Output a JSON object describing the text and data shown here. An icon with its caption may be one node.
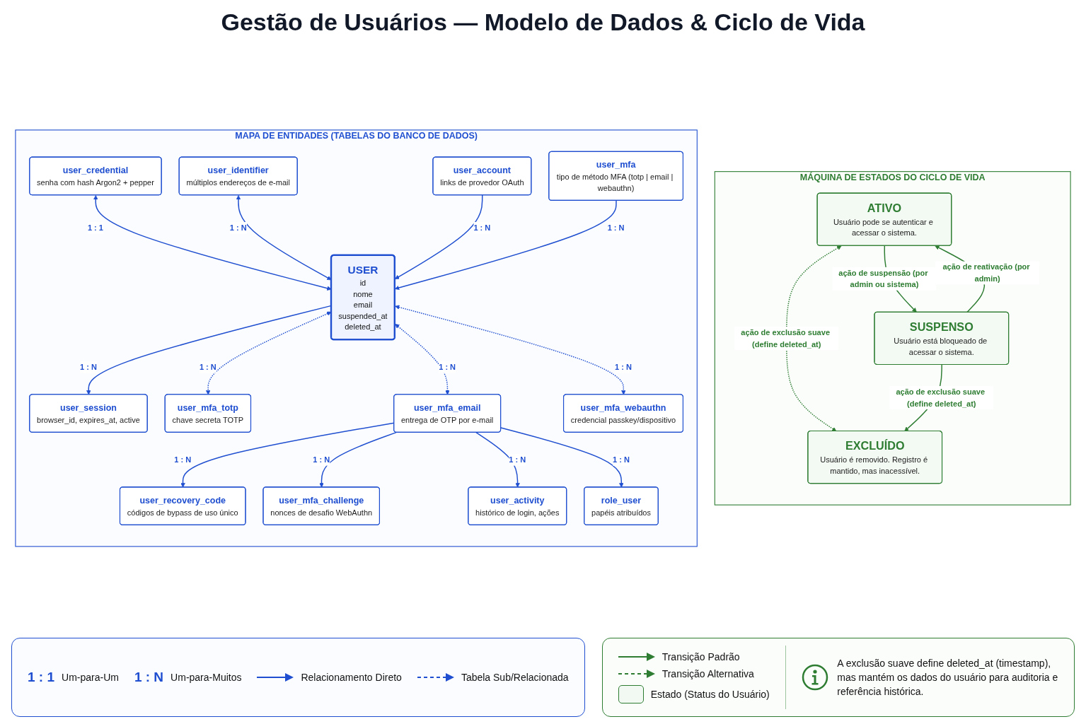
{
  "diagram": {
    "title": "Gestão de Usuários — Modelo de Dados & Ciclo de Vida",
    "nodes": [
      {
        "text": [
          "MAPA DE ENTIDADES (TABELAS DO BANCO DE DADOS)"
        ]
      },
      {
        "text": [
          "user_credential",
          "senha com hash Argon2 + pepper"
        ],
        "in": 0
      },
      {
        "text": [
          "user_session",
          "browser_id, expires_at, active"
        ],
        "in": 0
      },
      {
        "text": [
          "user_identifier",
          "múltiplos endereços de e-mail"
        ],
        "in": 0
      },
      {
        "text": [
          "USER",
          "id",
          "nome",
          "email",
          "suspended_at",
          "deleted_at"
        ],
        "in": 0
      },
      {
        "text": [
          "user_account",
          "links de provedor OAuth"
        ],
        "in": 0
      },
      {
        "text": [
          "user_mfa",
          "tipo de método MFA (totp | email | webauthn)"
        ],
        "in": 0
      },
      {
        "text": [
          "user_mfa_totp",
          "chave secreta TOTP"
        ],
        "in": 0
      },
      {
        "text": [
          "user_mfa_email",
          "entrega de OTP por e-mail"
        ],
        "in": 0
      },
      {
        "text": [
          "user_mfa_webauthn",
          "credencial passkey/dispositivo"
        ],
        "in": 0
      },
      {
        "text": [
          "user_recovery_code",
          "códigos de bypass de uso único"
        ],
        "in": 0
      },
      {
        "text": [
          "user_mfa_challenge",
          "nonces de desafio WebAuthn"
        ],
        "in": 0
      },
      {
        "text": [
          "user_activity",
          "histórico de login, ações"
        ],
        "in": 0
      },
      {
        "text": [
          "role_user",
          "papéis atribuídos"
        ],
        "in": 0
      },
      {
        "text": [
          "MÁQUINA DE ESTADOS DO CICLO DE VIDA"
        ]
      },
      {
        "text": [
          "ATIVO",
          "Usuário pode se autenticar e acessar o sistema."
        ],
        "in": 14
      },
      {
        "text": [
          "SUSPENSO",
          "Usuário está bloqueado de acessar o sistema."
        ],
        "in": 14
      },
      {
        "text": [
          "EXCLUÍDO",
          "Usuário é removido. Registro é mantido, mas inacessível."
        ],
        "in": 14
      }
    ],
    "edges": [
      {
        "from": 1,
        "to": 4,
        "arrow": "both",
        "label": "1 : 1"
      },
      {
        "from": 4,
        "to": 2,
        "arrow": "to",
        "label": "1 : N"
      },
      {
        "from": 3,
        "to": 4,
        "arrow": "both",
        "label": "1 : N"
      },
      {
        "from": 5,
        "to": 4,
        "arrow": "to",
        "label": "1 : N"
      },
      {
        "from": 6,
        "to": 4,
        "arrow": "to",
        "label": "1 : N"
      },
      {
        "from": 4,
        "to": 7,
        "arrow": "both",
        "label": "1 : N",
        "style": "dashed"
      },
      {
        "from": 4,
        "to": 8,
        "arrow": "both",
        "label": "1 : N",
        "style": "dashed"
      },
      {
        "from": 4,
        "to": 9,
        "arrow": "both",
        "label": "1 : N",
        "style": "dashed"
      },
      {
        "from": 8,
        "to": 10,
        "arrow": "to",
        "label": "1 : N"
      },
      {
        "from": 8,
        "to": 11,
        "arrow": "to",
        "label": "1 : N"
      },
      {
        "from": 8,
        "to": 12,
        "arrow": "to",
        "label": "1 : N"
      },
      {
        "from": 8,
        "to": 13,
        "arrow": "to",
        "label": "1 : N"
      },
      {
        "from": 15,
        "to": 16,
        "arrow": "to",
        "label": "ação de suspensão (por admin ou sistema)",
        "color": "#2e7d32"
      },
      {
        "from": 16,
        "to": 15,
        "arrow": "to",
        "label": "ação de reativação (por admin)",
        "color": "#2e7d32"
      },
      {
        "from": 15,
        "to": 17,
        "arrow": "both",
        "label": "ação de exclusão suave (define deleted_at)",
        "style": "dashed",
        "color": "#2e7d32"
      },
      {
        "from": 16,
        "to": 17,
        "arrow": "to",
        "label": "ação de exclusão suave (define deleted_at)",
        "color": "#2e7d32"
      }
    ],
    "labels": [
      "1 : 1",
      "1 : N",
      "A exclusão suave define deleted_at (timestamp), mas mantém os dados do usuário para auditoria e referência histórica."
    ],
    "legend": [
      {
        "text": "Um-para-Um"
      },
      {
        "text": "Um-para-Muitos"
      },
      {
        "text": "Relacionamento Direto"
      },
      {
        "text": "Tabela Sub/Relacionada"
      },
      {
        "text": "Transição Padrão"
      },
      {
        "text": "Transição Alternativa"
      },
      {
        "text": "Estado (Status do Usuário)",
        "color": "#f2f8f2"
      }
    ]
  }
}
